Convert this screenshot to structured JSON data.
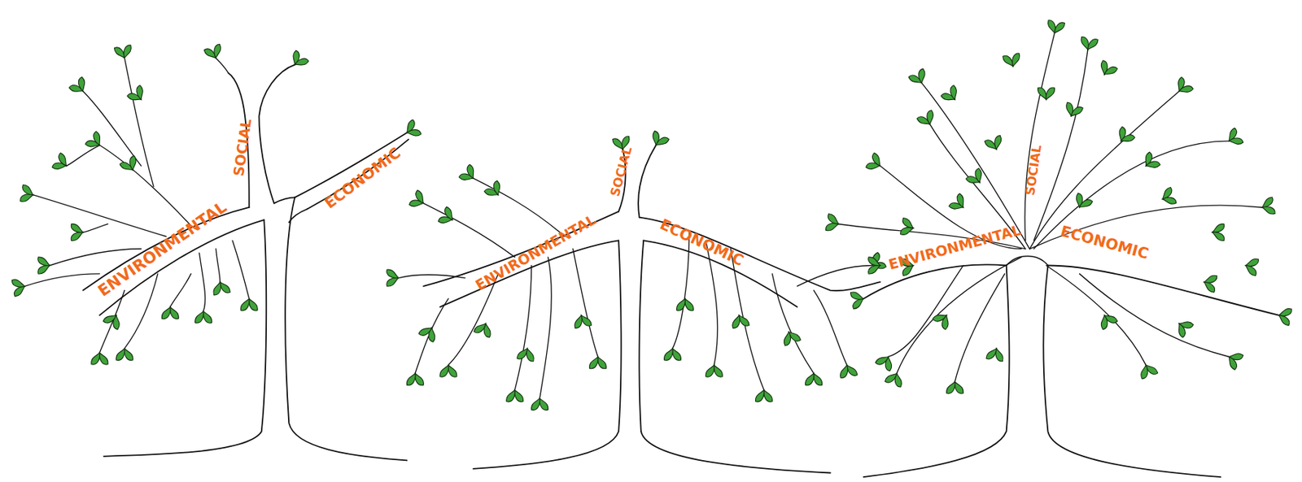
{
  "diagram": {
    "labels": [
      "ENVIRONMENTAL",
      "SOCIAL",
      "ECONOMIC",
      "ENVIRONMENTAL",
      "SOCIAL",
      "ECONOMIC",
      "ENVIRONMENTAL",
      "SOCIAL",
      "ECONOMIC"
    ]
  }
}
